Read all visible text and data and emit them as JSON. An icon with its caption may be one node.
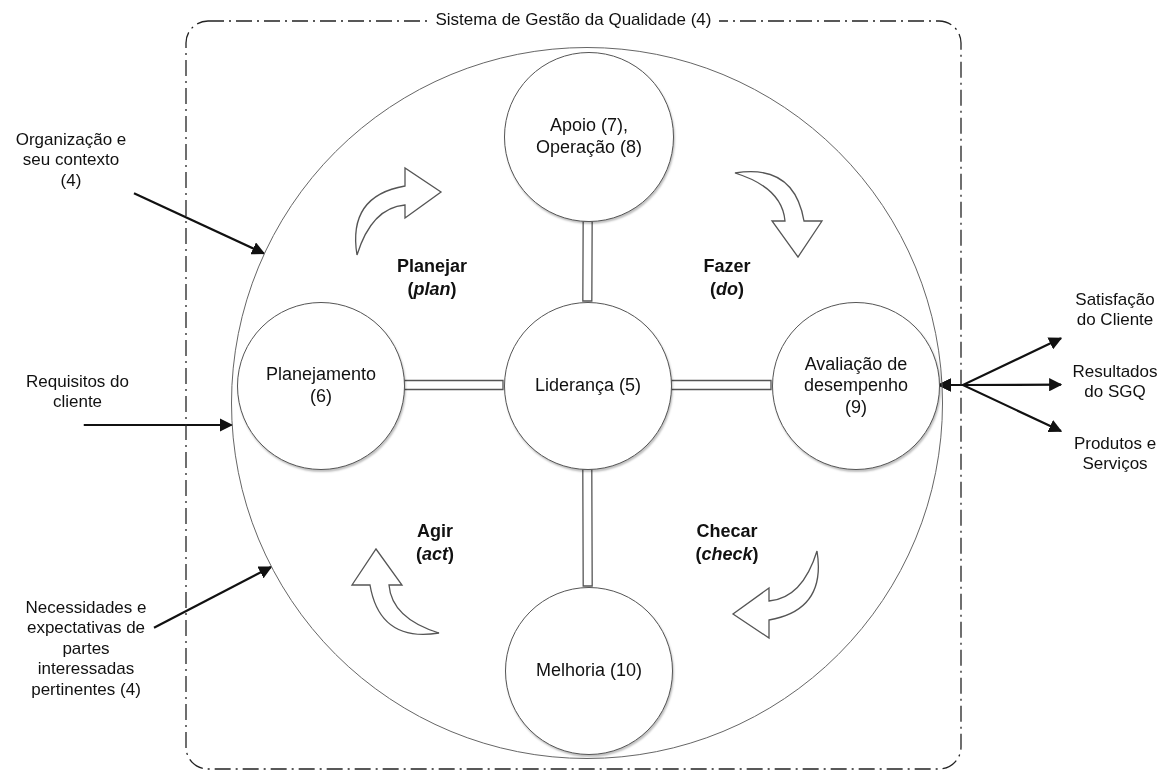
{
  "diagram": {
    "nodes": [
      {
        "text": [
          "Sistema de Gestão da Qualidade (4)"
        ]
      },
      {
        "text": [],
        "shape": "circle",
        "in": 0
      },
      {
        "text": [
          "Apoio (7), Operação (8)"
        ],
        "in": 1
      },
      {
        "text": [
          "Planejamento (6)"
        ],
        "in": 1
      },
      {
        "text": [
          "Liderança (5)"
        ],
        "in": 1
      },
      {
        "text": [
          "Avaliação de desempenho (9)"
        ],
        "in": 1
      },
      {
        "text": [
          "Melhoria (10)"
        ],
        "in": 1
      },
      {
        "text": [
          "Organização e seu contexto (4)"
        ]
      },
      {
        "text": [
          "Requisitos do cliente"
        ]
      },
      {
        "text": [
          "Necessidades e expectativas de partes interessadas pertinentes (4)"
        ]
      },
      {
        "text": [
          "Satisfação do Cliente"
        ]
      },
      {
        "text": [
          "Resultados do SGQ"
        ]
      },
      {
        "text": [
          "Produtos e Serviços"
        ]
      }
    ],
    "edges": [
      {
        "from": 7,
        "to": 1,
        "arrow": "to"
      },
      {
        "from": 8,
        "to": 1,
        "arrow": "to"
      },
      {
        "from": 9,
        "to": 1,
        "arrow": "to"
      },
      {
        "from": 2,
        "to": 4,
        "arrow": "none"
      },
      {
        "from": 3,
        "to": 4,
        "arrow": "none"
      },
      {
        "from": 4,
        "to": 5,
        "arrow": "none"
      },
      {
        "from": 4,
        "to": 6,
        "arrow": "none"
      },
      {
        "from": 5,
        "to": 10,
        "arrow": "both"
      },
      {
        "from": 5,
        "to": 11,
        "arrow": "both"
      },
      {
        "from": 5,
        "to": 12,
        "arrow": "both"
      }
    ],
    "labels": [
      "Planejar (*plan*)",
      "Fazer (*do*)",
      "Agir (*act*)",
      "Checar (*check*)"
    ]
  }
}
